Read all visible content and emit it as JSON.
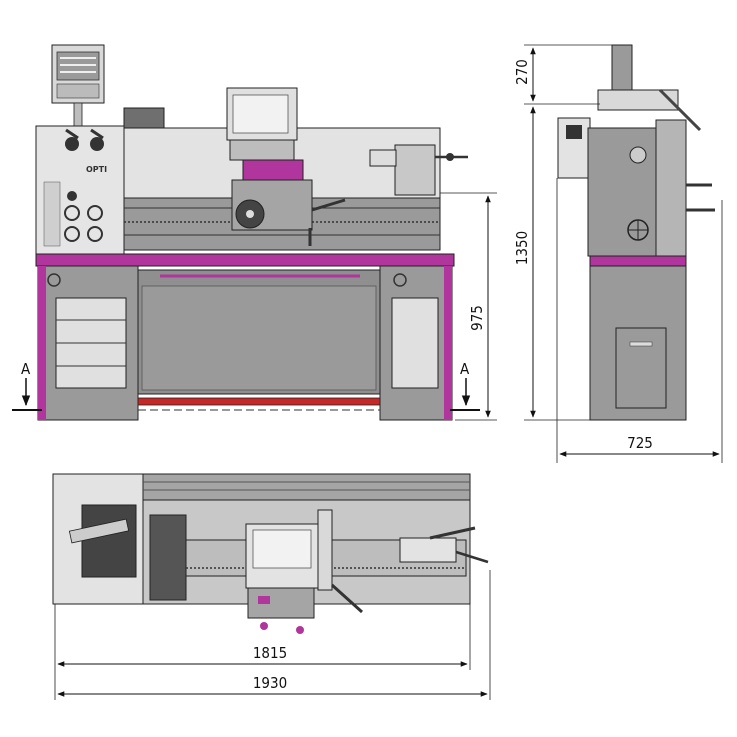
{
  "dimensions": {
    "height_base": "975",
    "height_total": "1350",
    "top_extension": "270",
    "depth": "725",
    "length_bed": "1815",
    "length_total": "1930"
  },
  "section_marker": "A",
  "branding": {
    "logo_text": "OPTI"
  },
  "colors": {
    "machine_gray": "#9a9a9a",
    "machine_light": "#d9d9d9",
    "machine_dark": "#4a4a4a",
    "accent_magenta": "#b0359c",
    "accent_red": "#c62828",
    "line": "#222222"
  }
}
